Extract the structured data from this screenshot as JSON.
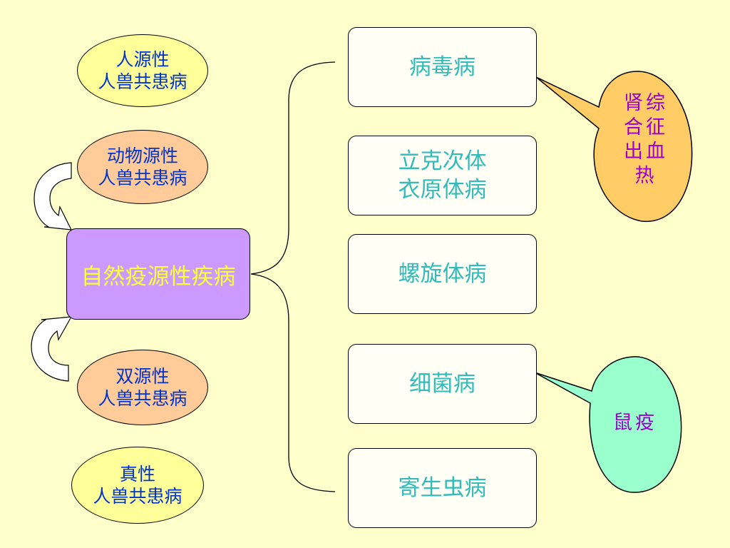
{
  "left_nodes": [
    {
      "line1": "人源性",
      "line2": "人兽共患病",
      "fill": "#ffff99"
    },
    {
      "line1": "动物源性",
      "line2": "人兽共患病",
      "fill": "#ffcc99"
    },
    {
      "line1": "双源性",
      "line2": "人兽共患病",
      "fill": "#ffcc99"
    },
    {
      "line1": "真性",
      "line2": "人兽共患病",
      "fill": "#ffff99"
    }
  ],
  "center_node": {
    "label": "自然疫源性疾病",
    "fill": "#cc99ff",
    "text_color": "#ffff33"
  },
  "right_boxes": [
    {
      "line1": "病毒病",
      "line2": ""
    },
    {
      "line1": "立克次体",
      "line2": "衣原体病"
    },
    {
      "line1": "螺旋体病",
      "line2": ""
    },
    {
      "line1": "细菌病",
      "line2": ""
    },
    {
      "line1": "寄生虫病",
      "line2": ""
    }
  ],
  "callouts": [
    {
      "lines": [
        "肾综",
        "合征",
        "出血",
        "热"
      ],
      "fill": "#ffcc66",
      "attached_to": "病毒病"
    },
    {
      "lines": [
        "鼠疫"
      ],
      "fill": "#99ffcc",
      "attached_to": "细菌病"
    }
  ],
  "colors": {
    "background": "#ffffcc",
    "box_text": "#33bbbb",
    "ellipse_text": "#0033cc",
    "callout_text": "#9900cc"
  }
}
